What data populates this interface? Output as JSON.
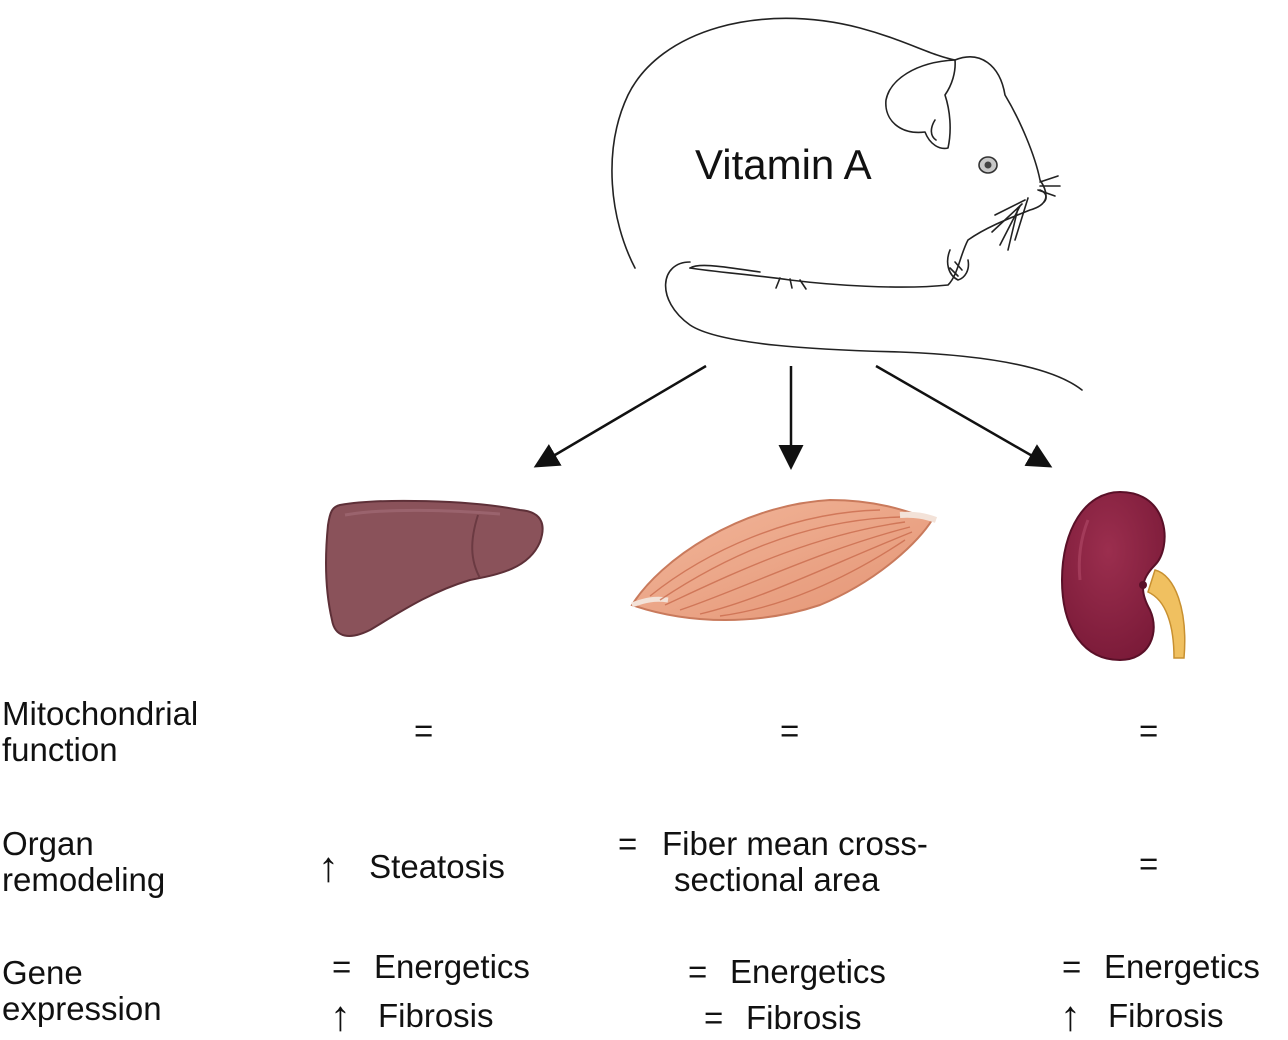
{
  "title": "Vitamin A",
  "rows": {
    "mitochondrial": {
      "label_line1": "Mitochondrial",
      "label_line2": "function",
      "liver": "=",
      "muscle": "=",
      "kidney": "="
    },
    "remodeling": {
      "label_line1": "Organ",
      "label_line2": "remodeling",
      "liver_symbol": "↑",
      "liver_text": "Steatosis",
      "muscle_symbol": "=",
      "muscle_line1": "Fiber mean cross-",
      "muscle_line2": "sectional area",
      "kidney": "="
    },
    "gene": {
      "label_line1": "Gene",
      "label_line2": "expression",
      "liver_sym1": "=",
      "liver_text1": "Energetics",
      "liver_sym2": "↑",
      "liver_text2": "Fibrosis",
      "muscle_sym1": "=",
      "muscle_text1": "Energetics",
      "muscle_sym2": "=",
      "muscle_text2": "Fibrosis",
      "kidney_sym1": "=",
      "kidney_text1": "Energetics",
      "kidney_sym2": "↑",
      "kidney_text2": "Fibrosis"
    }
  },
  "icons": {
    "mouse": "mouse-outline-icon",
    "liver": "liver-icon",
    "muscle": "muscle-icon",
    "kidney": "kidney-icon"
  },
  "colors": {
    "liver": "#8a525a",
    "liver_dark": "#6f3e46",
    "muscle": "#e8a282",
    "muscle_stroke": "#d0785c",
    "kidney": "#8a2240",
    "kidney_dark": "#6a1733",
    "ureter": "#f0c060",
    "line": "#111111"
  }
}
